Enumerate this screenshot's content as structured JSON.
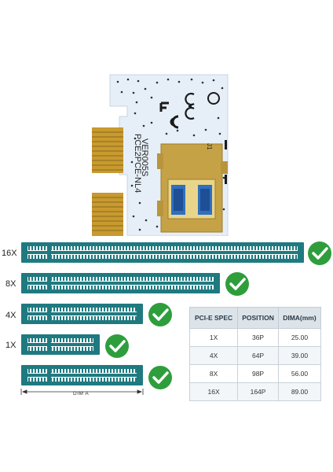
{
  "board": {
    "model_text": "PCE2PCE-NL4",
    "version_text": "VER005S",
    "j_label": "J1",
    "colors": {
      "pcb": "#e6eff7",
      "gold": "#d3a53a",
      "usb_blue": "#2f6fc0"
    }
  },
  "slots": [
    {
      "label": "16X"
    },
    {
      "label": "8X"
    },
    {
      "label": "4X"
    },
    {
      "label": "1X"
    },
    {
      "label": ""
    }
  ],
  "dim_label": "DIM A",
  "spec_table": {
    "headers": [
      "PCI-E SPEC",
      "POSITION",
      "DIMA(mm)"
    ],
    "rows": [
      [
        "1X",
        "36P",
        "25.00"
      ],
      [
        "4X",
        "64P",
        "39.00"
      ],
      [
        "8X",
        "98P",
        "56.00"
      ],
      [
        "16X",
        "164P",
        "89.00"
      ]
    ]
  },
  "colors": {
    "slot": "#1f7a80",
    "check": "#2e9e3c"
  }
}
